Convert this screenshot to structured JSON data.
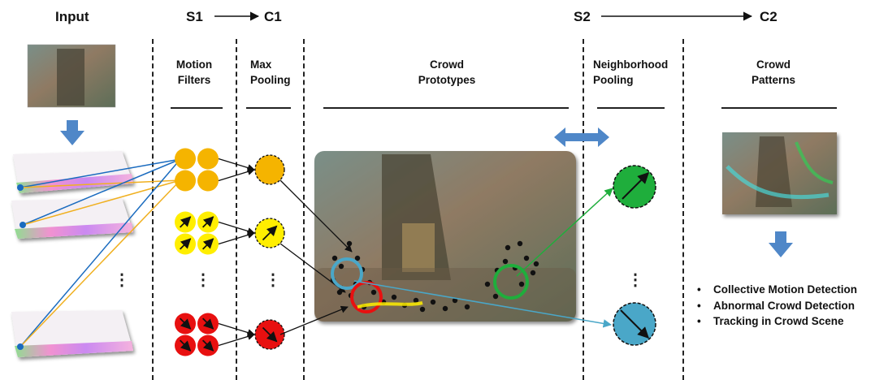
{
  "header": {
    "input": "Input",
    "s1": "S1",
    "c1": "C1",
    "s2": "S2",
    "c2": "C2"
  },
  "columns": {
    "motion_filters": [
      "Motion",
      "Filters"
    ],
    "max_pooling": [
      "Max",
      "Pooling"
    ],
    "crowd_prototypes": [
      "Crowd",
      "Prototypes"
    ],
    "neighborhood_pooling": [
      "Neighborhood",
      "Pooling"
    ],
    "crowd_patterns": [
      "Crowd",
      "Patterns"
    ]
  },
  "ellipsis": "⋮",
  "applications": [
    "Collective Motion Detection",
    "Abnormal Crowd Detection",
    "Tracking in Crowd Scene"
  ],
  "bullet": "•",
  "colors": {
    "orange": "#f5b400",
    "yellow": "#ffee00",
    "red": "#e81010",
    "green": "#1fae3c",
    "teal": "#4aa7c8",
    "blue_line": "#1a6bbf",
    "amber_line": "#f0b020",
    "arrow_blue": "#4f87c8"
  }
}
